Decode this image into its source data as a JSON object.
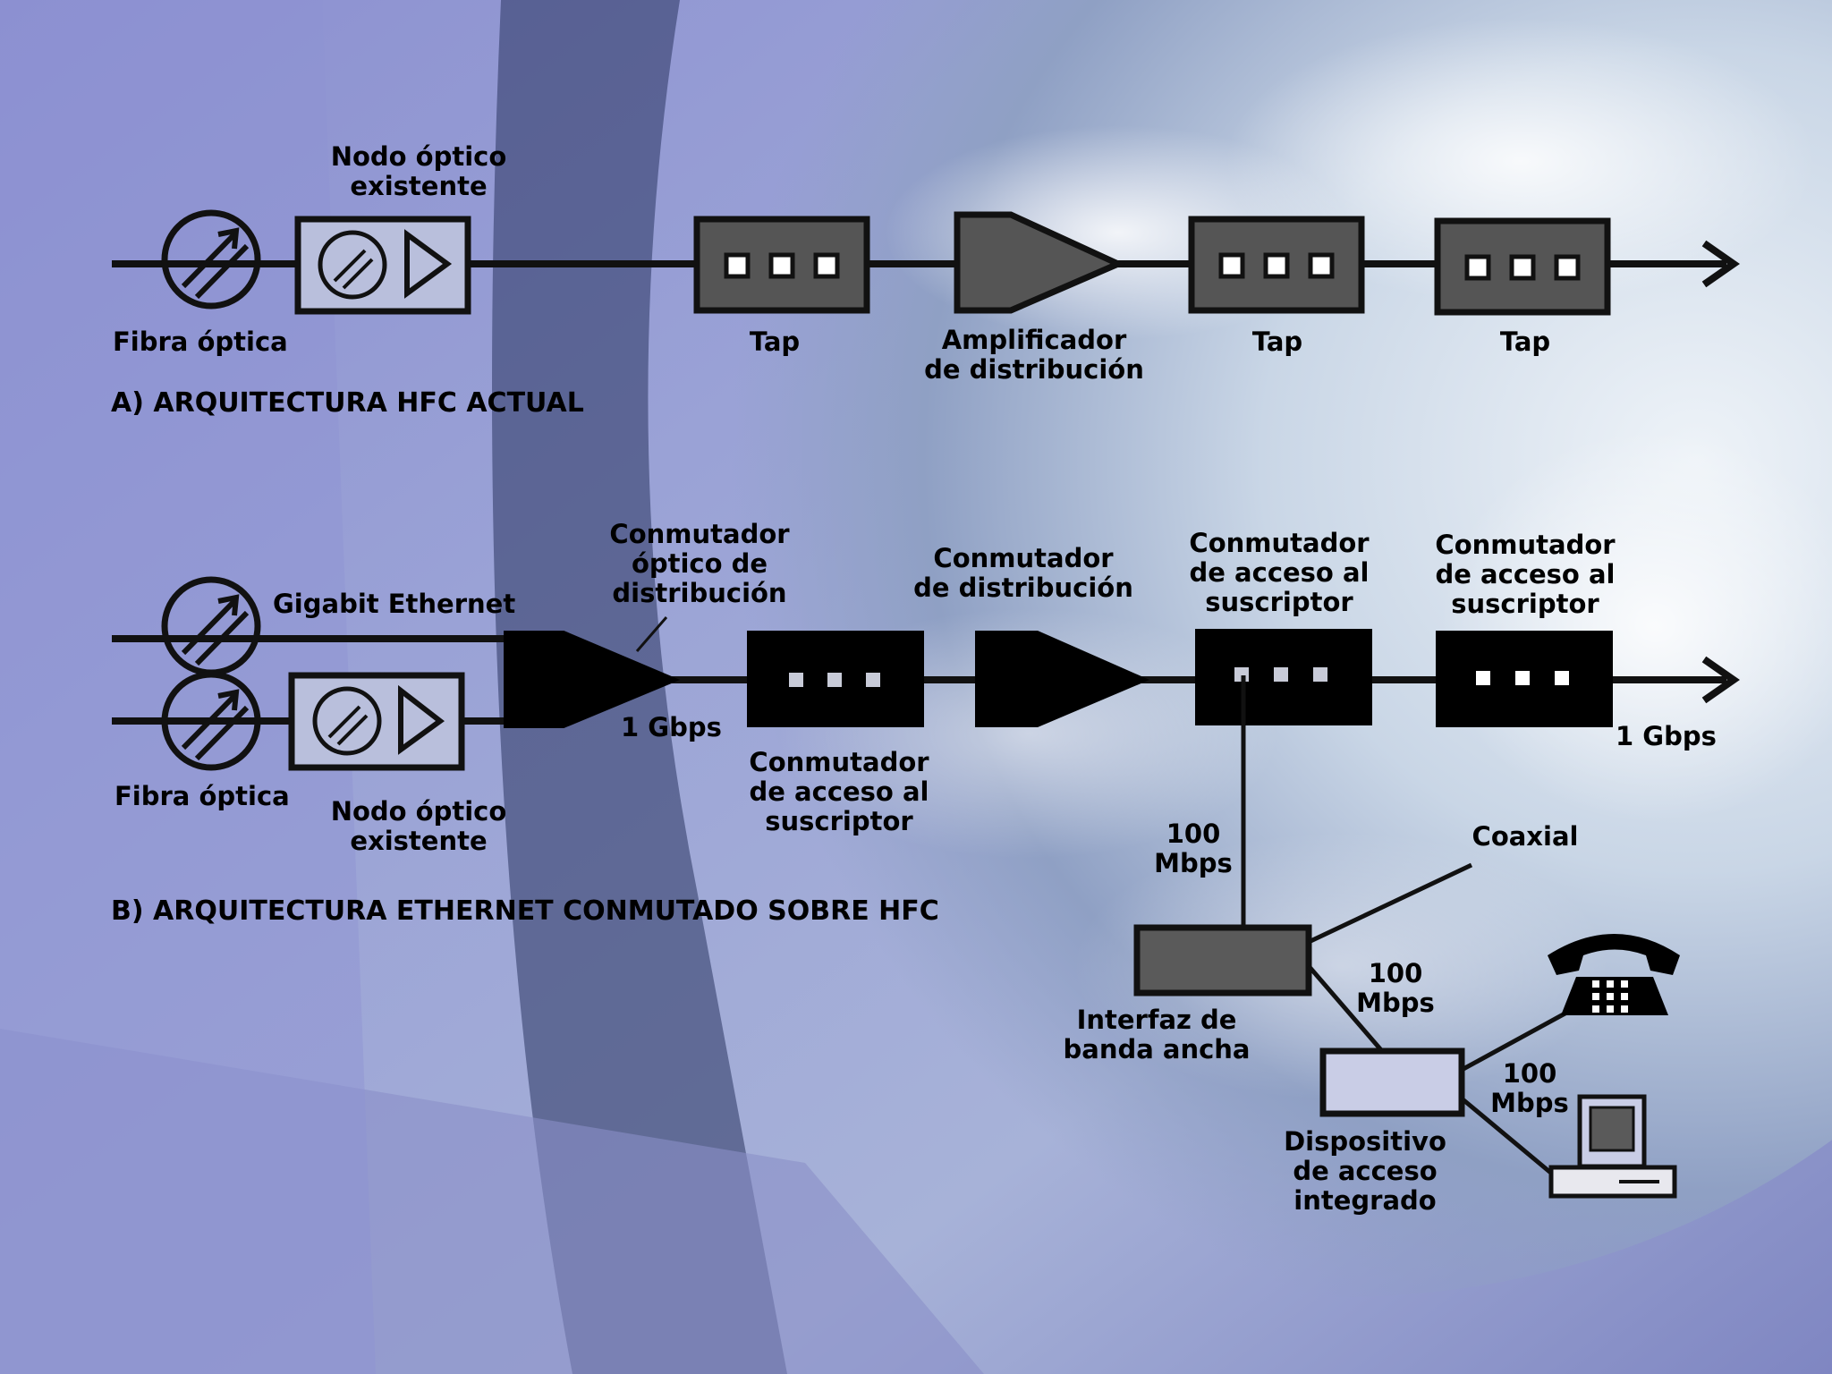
{
  "section_a": {
    "title": "A) ARQUITECTURA HFC ACTUAL",
    "fiber_label": "Fibra óptica",
    "node_label": [
      "Nodo óptico",
      "existente"
    ],
    "tap_labels": [
      "Tap",
      "Tap",
      "Tap"
    ],
    "amplifier_label": [
      "Amplificador",
      "de distribución"
    ]
  },
  "section_b": {
    "title": "B) ARQUITECTURA ETHERNET CONMUTADO SOBRE HFC",
    "gigabit_label": "Gigabit Ethernet",
    "fiber_label": "Fibra óptica",
    "node_label": [
      "Nodo óptico",
      "existente"
    ],
    "optical_switch_label": [
      "Conmutador",
      "óptico de",
      "distribución"
    ],
    "speed_1gbps_a": "1 Gbps",
    "speed_1gbps_b": "1 Gbps",
    "access_switch_1_label": [
      "Conmutador",
      "de acceso al",
      "suscriptor"
    ],
    "distribution_switch_label": [
      "Conmutador",
      "de distribución"
    ],
    "access_switch_2_label": [
      "Conmutador",
      "de acceso al",
      "suscriptor"
    ],
    "access_switch_3_label": [
      "Conmutador",
      "de acceso al",
      "suscriptor"
    ],
    "drop_speed": [
      "100",
      "Mbps"
    ],
    "coaxial_label": "Coaxial",
    "broadband_interface_label": [
      "Interfaz de",
      "banda ancha"
    ],
    "iad_speed": [
      "100",
      "Mbps"
    ],
    "device_speed": [
      "100",
      "Mbps"
    ],
    "iad_label": [
      "Dispositivo",
      "de acceso",
      "integrado"
    ]
  },
  "colors": {
    "sky_blue": "#7d86c6",
    "earth_white": "#e4ecf4",
    "tap_gray": "#555555",
    "box_fill": "#b9bfdc"
  }
}
